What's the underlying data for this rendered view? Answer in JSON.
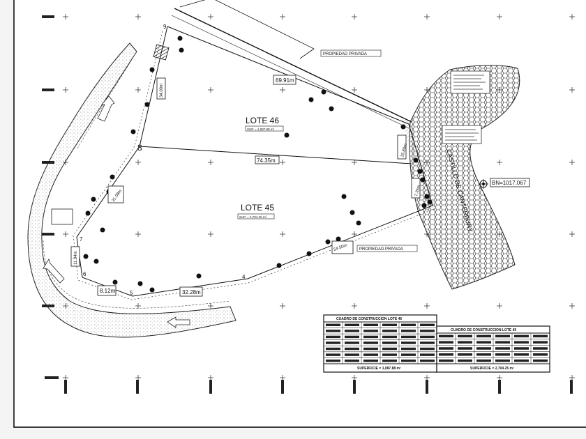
{
  "lots": {
    "lote46": {
      "name": "LOTE 46",
      "area": "SUP. = 1,087.88 m²"
    },
    "lote45": {
      "name": "LOTE 45",
      "area": "SUP. = 2,704.25 m²"
    }
  },
  "labels": {
    "propiedad_privada_top": "PROPIEDAD PRIVADA",
    "propiedad_privada_bottom": "PROPIEDAD PRIVADA",
    "castillo": "CASTILLO DE CANTERBURY",
    "bn": "BN=1017.067"
  },
  "dimensions": {
    "d1": "69.91m",
    "d2": "34.00m",
    "d3": "74.35m",
    "d4": "31.08m",
    "d5": "11.94m",
    "d6": "8.12m",
    "d7": "32.28m",
    "d8": "54.50m",
    "d9": "15.80m",
    "d10": "7.35m"
  },
  "vertices": {
    "v4": "4",
    "v5": "5",
    "v6": "6",
    "v7": "7",
    "v8": "8",
    "v9": "9"
  },
  "tables": {
    "lote46": {
      "title": "CUADRO DE CONSTRUCCION LOTE 46",
      "total": "SUPERFICIE = 1,087.88 m²"
    },
    "lote45": {
      "title": "CUADRO DE CONSTRUCCION LOTE 45",
      "total": "SUPERFICIE = 2,704.25 m²"
    }
  },
  "colors": {
    "ink": "#111111",
    "paper": "#ffffff",
    "frame_bg": "#f4f4f4"
  }
}
